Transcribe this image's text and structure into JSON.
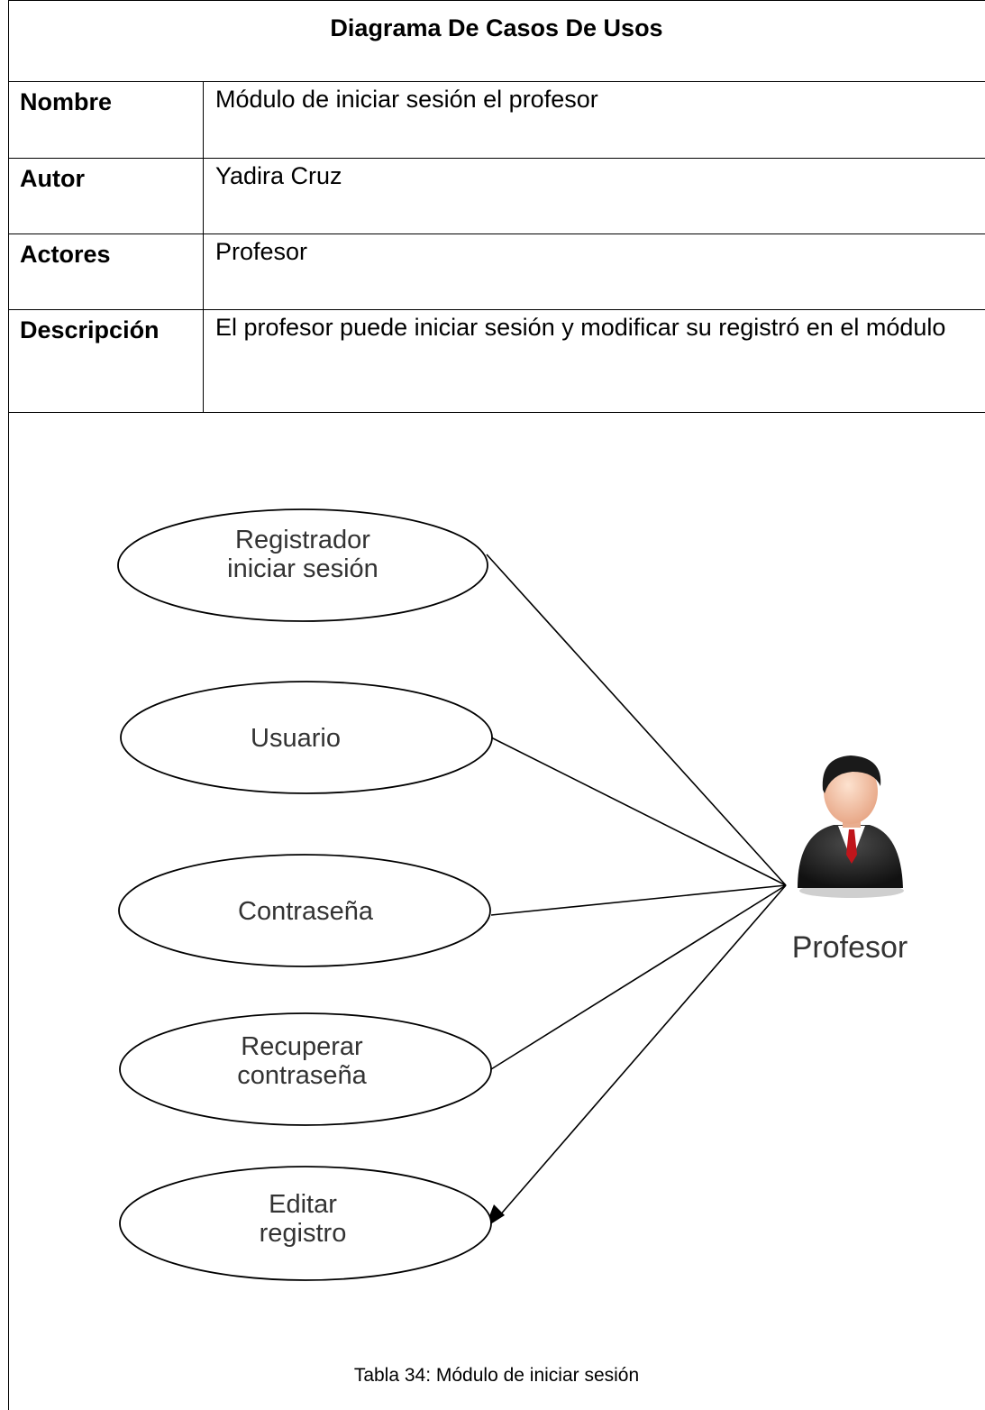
{
  "table": {
    "title": "Diagrama De Casos De Usos",
    "rows": [
      {
        "label": "Nombre",
        "value": "Módulo de iniciar sesión el profesor"
      },
      {
        "label": "Autor",
        "value": "Yadira Cruz"
      },
      {
        "label": "Actores",
        "value": "Profesor"
      },
      {
        "label": "Descripción",
        "value": "El profesor puede iniciar sesión y modificar su registró en el módulo"
      }
    ]
  },
  "diagram": {
    "use_cases": [
      {
        "line1": "Registrador",
        "line2": "iniciar sesión"
      },
      {
        "line1": "Usuario",
        "line2": ""
      },
      {
        "line1": "Contraseña",
        "line2": ""
      },
      {
        "line1": "Recuperar",
        "line2": "contraseña"
      },
      {
        "line1": "Editar",
        "line2": "registro"
      }
    ],
    "actor": {
      "name": "Profesor",
      "icon": "businessman-icon"
    }
  },
  "caption": "Tabla 34: Módulo de iniciar sesión"
}
